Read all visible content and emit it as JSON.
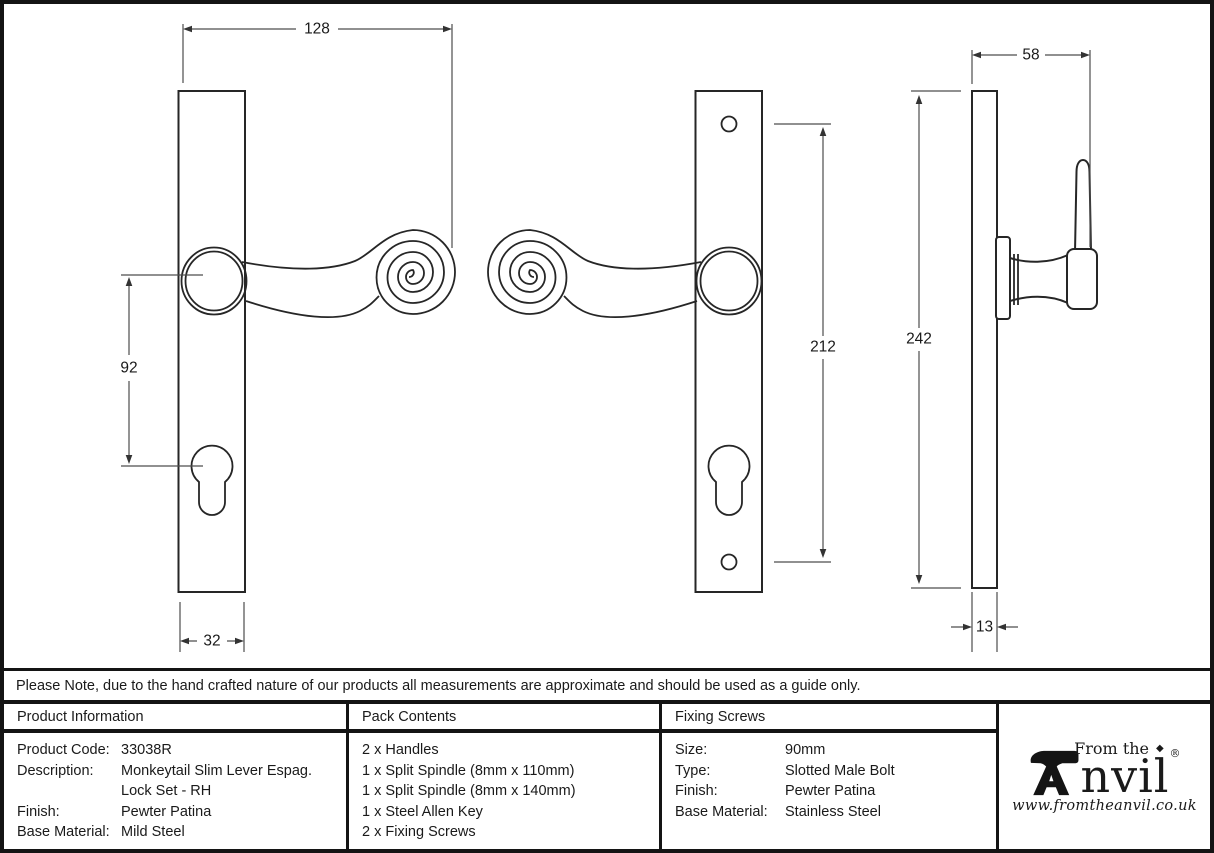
{
  "colors": {
    "ink": "#1a1a1a",
    "line": "#262626",
    "dimension_line": "#4d4d4d",
    "background": "#ffffff"
  },
  "drawing": {
    "dims": {
      "overall_width": "128",
      "centre_to_keyhole": "92",
      "plate_width": "32",
      "screw_centres": "212",
      "plate_height": "242",
      "projection": "58",
      "plate_thickness": "13"
    }
  },
  "note": "Please Note, due to the hand crafted nature of our products all measurements are approximate and should be used as a guide only.",
  "table": {
    "product_information": {
      "header": "Product Information",
      "rows": [
        {
          "label": "Product Code:",
          "value": "33038R"
        },
        {
          "label": "Description:",
          "value": "Monkeytail Slim Lever Espag."
        },
        {
          "label": "",
          "value": "Lock Set - RH"
        },
        {
          "label": "Finish:",
          "value": "Pewter Patina"
        },
        {
          "label": "Base Material:",
          "value": "Mild Steel"
        }
      ]
    },
    "pack_contents": {
      "header": "Pack Contents",
      "items": [
        "2 x Handles",
        "1 x Split Spindle (8mm x 110mm)",
        "1 x Split Spindle (8mm x 140mm)",
        "1 x Steel Allen Key",
        "2 x Fixing Screws"
      ]
    },
    "fixing_screws": {
      "header": "Fixing Screws",
      "rows": [
        {
          "label": "Size:",
          "value": "90mm"
        },
        {
          "label": "Type:",
          "value": "Slotted Male Bolt"
        },
        {
          "label": "Finish:",
          "value": "Pewter Patina"
        },
        {
          "label": "Base Material:",
          "value": "Stainless Steel"
        }
      ]
    }
  },
  "logo": {
    "from_the": "From the",
    "diamond": "◆",
    "brand_rest": "nvil",
    "registered": "®",
    "url": "www.fromtheanvil.co.uk"
  }
}
